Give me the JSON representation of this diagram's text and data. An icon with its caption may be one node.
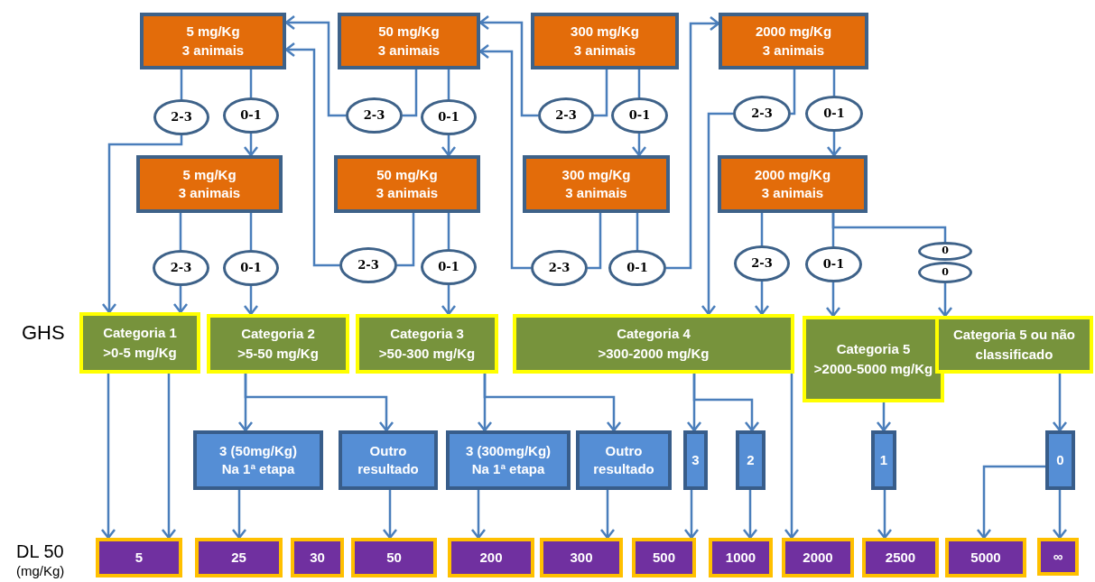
{
  "diagram": {
    "nodes": [
      {
        "text": [
          "5 mg/Kg",
          "3 animais"
        ]
      },
      {
        "text": [
          "50 mg/Kg",
          "3 animais"
        ]
      },
      {
        "text": [
          "300 mg/Kg",
          "3 animais"
        ]
      },
      {
        "text": [
          "2000 mg/Kg",
          "3 animais"
        ]
      },
      {
        "text": [
          "2-3"
        ]
      },
      {
        "text": [
          "0-1"
        ]
      },
      {
        "text": [
          "2-3"
        ]
      },
      {
        "text": [
          "0-1"
        ]
      },
      {
        "text": [
          "2-3"
        ]
      },
      {
        "text": [
          "0-1"
        ]
      },
      {
        "text": [
          "2-3"
        ]
      },
      {
        "text": [
          "0-1"
        ]
      },
      {
        "text": [
          "5 mg/Kg",
          "3 animais"
        ]
      },
      {
        "text": [
          "50 mg/Kg",
          "3 animais"
        ]
      },
      {
        "text": [
          "300 mg/Kg",
          "3 animais"
        ]
      },
      {
        "text": [
          "2000 mg/Kg",
          "3 animais"
        ]
      },
      {
        "text": [
          "2-3"
        ]
      },
      {
        "text": [
          "0-1"
        ]
      },
      {
        "text": [
          "2-3"
        ]
      },
      {
        "text": [
          "0-1"
        ]
      },
      {
        "text": [
          "2-3"
        ]
      },
      {
        "text": [
          "0-1"
        ]
      },
      {
        "text": [
          "2-3"
        ]
      },
      {
        "text": [
          "0-1"
        ]
      },
      {
        "text": [
          "0"
        ]
      },
      {
        "text": [
          "0"
        ]
      },
      {
        "text": [
          "Categoria 1",
          ">0-5 mg/Kg"
        ]
      },
      {
        "text": [
          "Categoria 2",
          ">5-50 mg/Kg"
        ]
      },
      {
        "text": [
          "Categoria 3",
          ">50-300 mg/Kg"
        ]
      },
      {
        "text": [
          "Categoria 4",
          ">300-2000 mg/Kg"
        ]
      },
      {
        "text": [
          "Categoria 5",
          ">2000-5000 mg/Kg"
        ]
      },
      {
        "text": [
          "Categoria 5 ou não classificado"
        ]
      },
      {
        "text": [
          "3 (50mg/Kg)",
          "Na 1ª etapa"
        ]
      },
      {
        "text": [
          "Outro resultado"
        ]
      },
      {
        "text": [
          "3 (300mg/Kg)",
          "Na 1ª etapa"
        ]
      },
      {
        "text": [
          "Outro resultado"
        ]
      },
      {
        "text": [
          "3"
        ]
      },
      {
        "text": [
          "2"
        ]
      },
      {
        "text": [
          "1"
        ]
      },
      {
        "text": [
          "0"
        ]
      },
      {
        "text": [
          "5"
        ]
      },
      {
        "text": [
          "25"
        ]
      },
      {
        "text": [
          "30"
        ]
      },
      {
        "text": [
          "50"
        ]
      },
      {
        "text": [
          "200"
        ]
      },
      {
        "text": [
          "300"
        ]
      },
      {
        "text": [
          "500"
        ]
      },
      {
        "text": [
          "1000"
        ]
      },
      {
        "text": [
          "2000"
        ]
      },
      {
        "text": [
          "2500"
        ]
      },
      {
        "text": [
          "5000"
        ]
      },
      {
        "text": [
          "∞"
        ]
      }
    ],
    "edges": [
      {
        "from": 0,
        "to": 4,
        "arrow": "none"
      },
      {
        "from": 0,
        "to": 5,
        "arrow": "none"
      },
      {
        "from": 4,
        "to": 26,
        "arrow": "to"
      },
      {
        "from": 5,
        "to": 12,
        "arrow": "to"
      },
      {
        "from": 1,
        "to": 6,
        "arrow": "none"
      },
      {
        "from": 1,
        "to": 7,
        "arrow": "none"
      },
      {
        "from": 6,
        "to": 0,
        "arrow": "to"
      },
      {
        "from": 7,
        "to": 13,
        "arrow": "to"
      },
      {
        "from": 18,
        "to": 0,
        "arrow": "to"
      },
      {
        "from": 2,
        "to": 8,
        "arrow": "none"
      },
      {
        "from": 2,
        "to": 9,
        "arrow": "none"
      },
      {
        "from": 8,
        "to": 1,
        "arrow": "to"
      },
      {
        "from": 20,
        "to": 1,
        "arrow": "to"
      },
      {
        "from": 9,
        "to": 14,
        "arrow": "to"
      },
      {
        "from": 21,
        "to": 3,
        "arrow": "to"
      },
      {
        "from": 3,
        "to": 10,
        "arrow": "none"
      },
      {
        "from": 3,
        "to": 11,
        "arrow": "none"
      },
      {
        "from": 10,
        "to": 29,
        "arrow": "to"
      },
      {
        "from": 11,
        "to": 15,
        "arrow": "to"
      },
      {
        "from": 12,
        "to": 16,
        "arrow": "none"
      },
      {
        "from": 12,
        "to": 17,
        "arrow": "none"
      },
      {
        "from": 16,
        "to": 26,
        "arrow": "to"
      },
      {
        "from": 17,
        "to": 27,
        "arrow": "to"
      },
      {
        "from": 13,
        "to": 18,
        "arrow": "none"
      },
      {
        "from": 13,
        "to": 19,
        "arrow": "none"
      },
      {
        "from": 19,
        "to": 28,
        "arrow": "to"
      },
      {
        "from": 14,
        "to": 20,
        "arrow": "none"
      },
      {
        "from": 14,
        "to": 21,
        "arrow": "none"
      },
      {
        "from": 15,
        "to": 22,
        "arrow": "none"
      },
      {
        "from": 15,
        "to": 23,
        "arrow": "none"
      },
      {
        "from": 15,
        "to": 24,
        "arrow": "none"
      },
      {
        "from": 22,
        "to": 29,
        "arrow": "to"
      },
      {
        "from": 23,
        "to": 30,
        "arrow": "to"
      },
      {
        "from": 25,
        "to": 31,
        "arrow": "to"
      },
      {
        "from": 26,
        "to": 40,
        "arrow": "to"
      },
      {
        "from": 26,
        "to": 40,
        "arrow": "to"
      },
      {
        "from": 27,
        "to": 32,
        "arrow": "to"
      },
      {
        "from": 27,
        "to": 33,
        "arrow": "to"
      },
      {
        "from": 28,
        "to": 34,
        "arrow": "to"
      },
      {
        "from": 28,
        "to": 35,
        "arrow": "to"
      },
      {
        "from": 29,
        "to": 36,
        "arrow": "to"
      },
      {
        "from": 29,
        "to": 37,
        "arrow": "to"
      },
      {
        "from": 29,
        "to": 48,
        "arrow": "to"
      },
      {
        "from": 30,
        "to": 38,
        "arrow": "to"
      },
      {
        "from": 31,
        "to": 39,
        "arrow": "to"
      },
      {
        "from": 32,
        "to": 41,
        "arrow": "to"
      },
      {
        "from": 33,
        "to": 43,
        "arrow": "to"
      },
      {
        "from": 34,
        "to": 44,
        "arrow": "to"
      },
      {
        "from": 35,
        "to": 45,
        "arrow": "to"
      },
      {
        "from": 36,
        "to": 46,
        "arrow": "to"
      },
      {
        "from": 37,
        "to": 47,
        "arrow": "to"
      },
      {
        "from": 38,
        "to": 49,
        "arrow": "to"
      },
      {
        "from": 39,
        "to": 50,
        "arrow": "to"
      },
      {
        "from": 39,
        "to": 51,
        "arrow": "to"
      }
    ],
    "labels": [
      "GHS",
      "DL 50",
      "(mg/Kg)"
    ]
  }
}
